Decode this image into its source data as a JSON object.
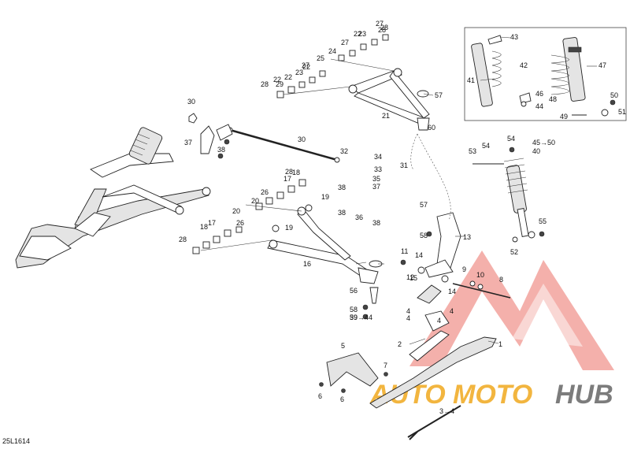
{
  "diagram_code": "25L1614",
  "watermark": {
    "brand_part1": "AUTO",
    "brand_part2": "MOTO",
    "brand_part3": "HUB",
    "color_accent": "#e8564a",
    "color_gold": "#f0a91e",
    "color_gray": "#666666"
  },
  "callouts": [
    "1",
    "2",
    "3→4",
    "4",
    "4",
    "4",
    "4",
    "5",
    "6",
    "6",
    "7",
    "8",
    "9",
    "10",
    "11",
    "12",
    "13",
    "14",
    "14",
    "15",
    "16",
    "17",
    "17",
    "18",
    "18",
    "19",
    "19",
    "20",
    "20",
    "21",
    "22",
    "22",
    "22",
    "22",
    "23",
    "23",
    "24",
    "25",
    "26",
    "26",
    "27",
    "27",
    "27",
    "28",
    "28",
    "28",
    "28",
    "28",
    "29",
    "30",
    "30",
    "31",
    "32",
    "33",
    "34",
    "35",
    "36",
    "37",
    "37",
    "38",
    "38",
    "38",
    "38",
    "39→44",
    "45→50",
    "40",
    "41",
    "42",
    "43",
    "44",
    "46",
    "47",
    "48",
    "49",
    "50",
    "51",
    "52",
    "53",
    "54",
    "54",
    "55",
    "56",
    "57",
    "57",
    "58",
    "58",
    "59",
    "60"
  ]
}
